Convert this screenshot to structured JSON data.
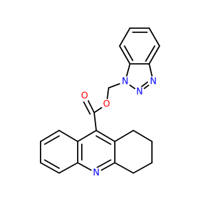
{
  "molecule": {
    "atoms": [
      {
        "id": "n1",
        "symbol": "N"
      },
      {
        "id": "n2",
        "symbol": "N"
      },
      {
        "id": "n3",
        "symbol": "N"
      },
      {
        "id": "o1",
        "symbol": "O"
      },
      {
        "id": "o2",
        "symbol": "O"
      },
      {
        "id": "n4",
        "symbol": "N"
      }
    ],
    "colors": {
      "N": "#0000ff",
      "O": "#ff0000",
      "bond": "#000000"
    }
  }
}
